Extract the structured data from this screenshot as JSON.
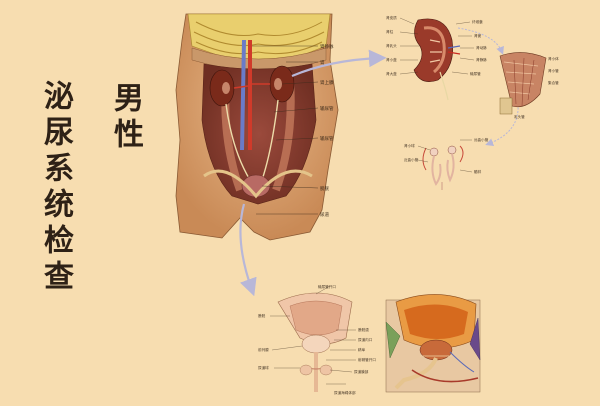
{
  "title": {
    "main_vertical": "泌尿系统检查",
    "sub_vertical": "男性"
  },
  "illustrations": {
    "torso": {
      "icon": "urinary-system-torso-illustration"
    },
    "kidney": {
      "icon": "kidney-cross-section-illustration"
    },
    "glomerulus": {
      "icon": "renal-tissue-magnified-illustration"
    },
    "nephron": {
      "icon": "nephron-diagram-illustration"
    },
    "prostate_front": {
      "icon": "bladder-prostate-front-illustration"
    },
    "prostate_side": {
      "icon": "bladder-prostate-sagittal-illustration"
    }
  },
  "colors": {
    "background": "#f7ddb0",
    "title_text": "#2e2116",
    "arrow": "#b8b7d8"
  }
}
